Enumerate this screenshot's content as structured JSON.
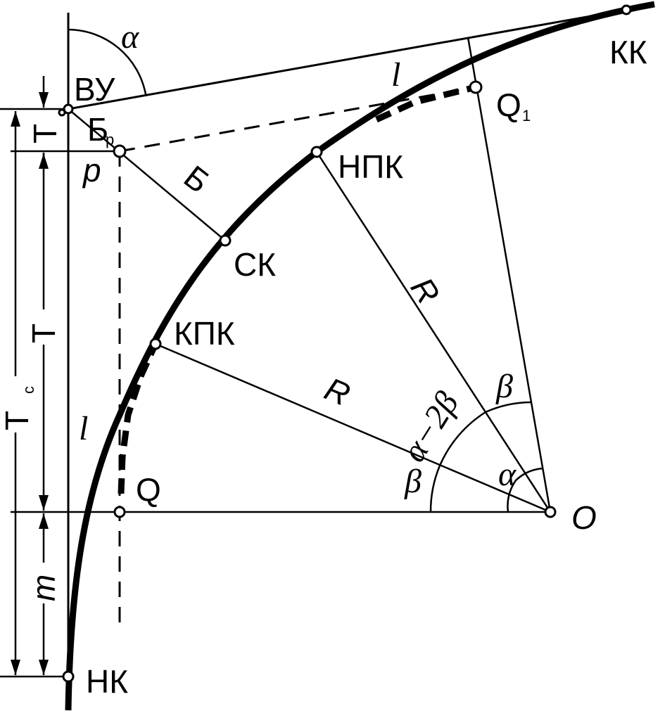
{
  "points": {
    "vu": "ВУ",
    "kk": "КК",
    "nk": "НК",
    "sk": "СК",
    "npk": "НПК",
    "kpk": "КПК",
    "o": "O",
    "q": "Q",
    "q1": "Q",
    "q1_sub": "1",
    "bp": "Б",
    "bp_sub": "р"
  },
  "labels": {
    "alpha_top": "α",
    "alpha_center": "α",
    "beta_upper": "β",
    "beta_lower": "β",
    "alpha_minus_2beta": "α−2β",
    "r_upper": "R",
    "r_lower": "R",
    "l_upper": "l",
    "l_lower": "l",
    "b": "Б",
    "p": "p",
    "t_small": "Т",
    "t_main": "Т",
    "t_c": "Т",
    "t_c_sub": "с",
    "m": "m"
  }
}
